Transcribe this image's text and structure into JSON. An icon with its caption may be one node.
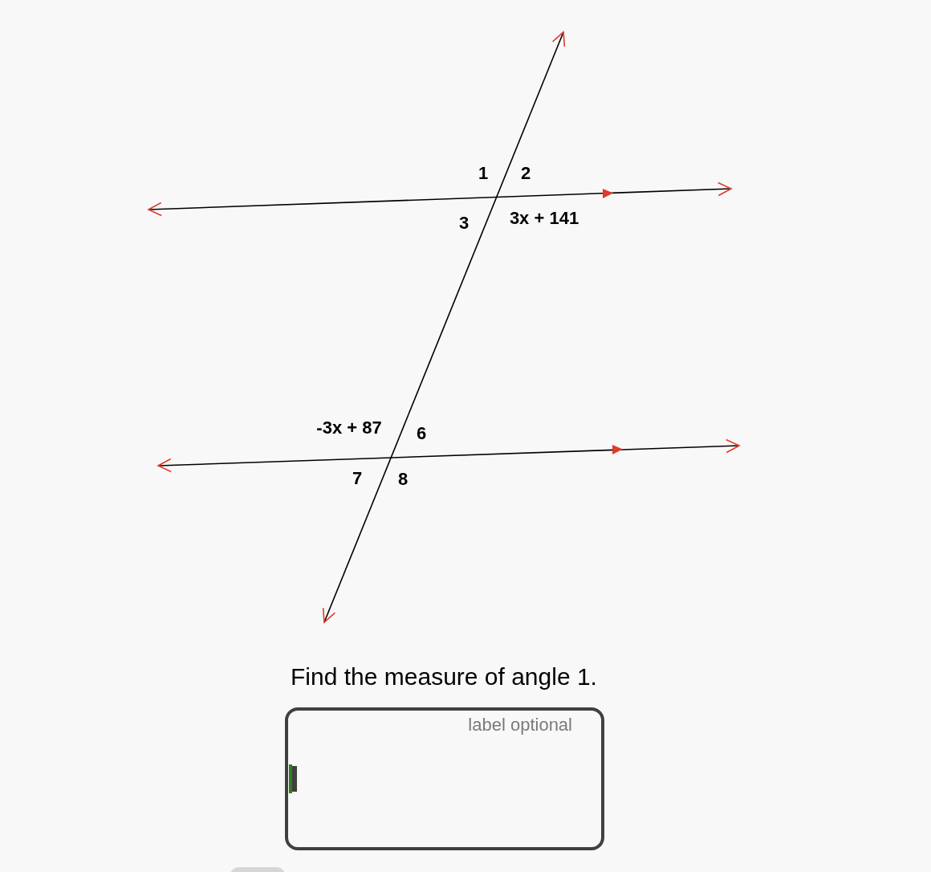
{
  "diagram": {
    "labels": [
      "1",
      "2",
      "3",
      "3x + 141",
      "-3x + 87",
      "6",
      "7",
      "8",
      "Find the measure of angle 1.",
      "label optional"
    ]
  }
}
